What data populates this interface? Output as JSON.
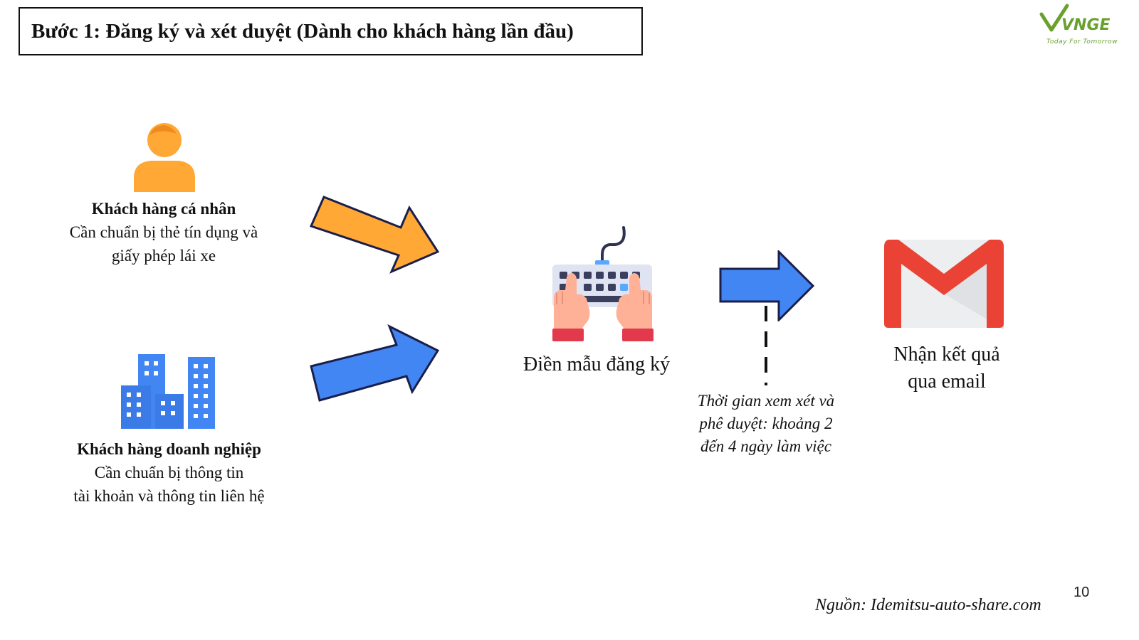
{
  "title": "Bước 1: Đăng ký và xét duyệt (Dành cho khách hàng lần đầu)",
  "logo": {
    "brand": "VNGE",
    "tagline": "Today For Tomorrow",
    "color": "#6aa12e"
  },
  "individual": {
    "icon": "person-icon",
    "heading": "Khách hàng cá nhân",
    "line1": "Cần chuẩn bị thẻ tín dụng và",
    "line2": "giấy phép lái xe",
    "color": "#ffa836"
  },
  "business": {
    "icon": "buildings-icon",
    "heading": "Khách hàng doanh nghiệp",
    "line1": "Cần chuẩn bị thông tin",
    "line2": "tài khoản và thông tin liên hệ",
    "color": "#4286f4"
  },
  "form_step": {
    "icon": "keyboard-typing-icon",
    "label": "Điền mẫu đăng ký"
  },
  "result_step": {
    "icon": "gmail-icon",
    "line1": "Nhận kết quả",
    "line2": "qua email",
    "color": "#ea4335"
  },
  "review_note": {
    "line1": "Thời gian xem xét và",
    "line2": "phê duyệt: khoảng 2",
    "line3": "đến 4 ngày làm việc"
  },
  "page_number": "10",
  "source": "Nguồn: Idemitsu-auto-share.com"
}
